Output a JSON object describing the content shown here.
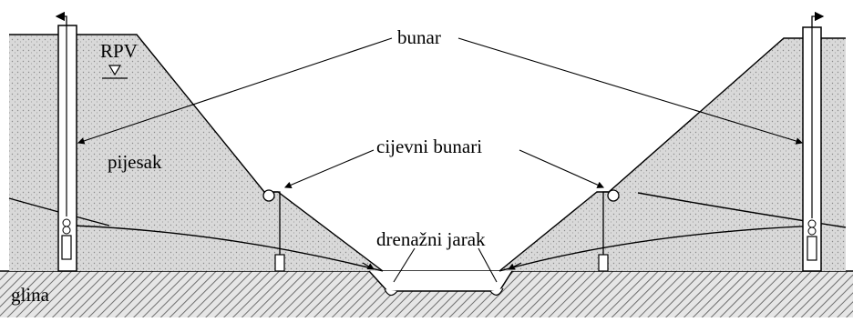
{
  "diagram": {
    "labels": {
      "bunar": "bunar",
      "rpv": "RPV",
      "pijesak": "pijesak",
      "cijevni_bunari": "cijevni bunari",
      "drenazni_jarak": "drenažni jarak",
      "glina": "glina"
    },
    "colors": {
      "sand": "#d9d9d9",
      "clay": "#bdbdbd",
      "ink": "#000000",
      "background": "#ffffff"
    }
  }
}
